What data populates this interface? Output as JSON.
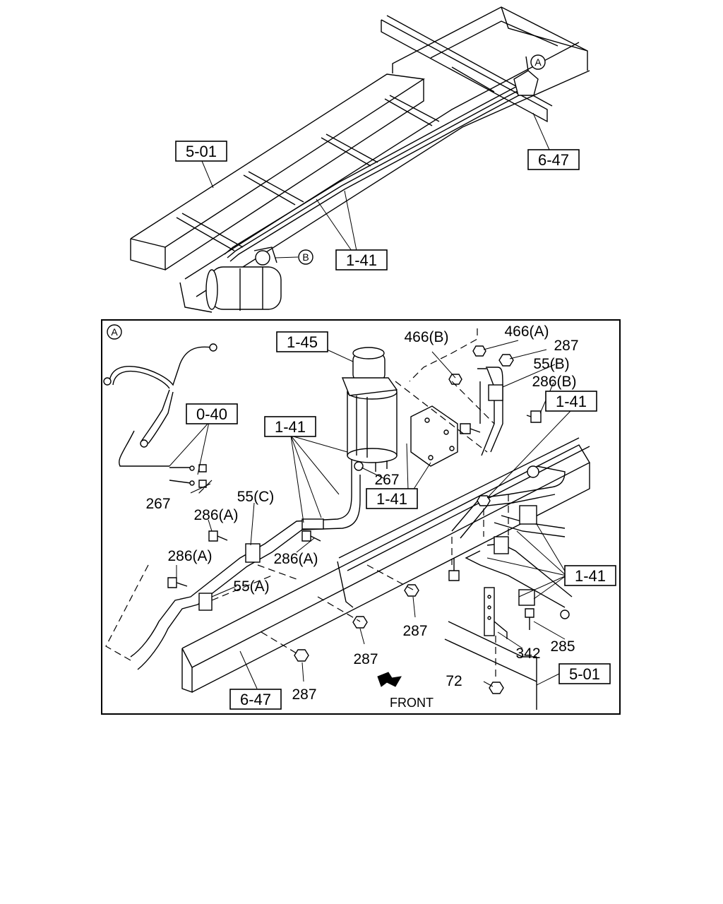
{
  "upper_view": {
    "labels": {
      "ref_5_01": "5-01",
      "ref_6_47": "6-47",
      "ref_1_41": "1-41",
      "marker_a": "A",
      "marker_b": "B"
    }
  },
  "detail_view": {
    "callout": "A",
    "boxed_refs": {
      "r1_45": "1-45",
      "r0_40": "0-40",
      "r1_41_a": "1-41",
      "r1_41_b": "1-41",
      "r1_41_c": "1-41",
      "r1_41_d": "1-41",
      "r5_01": "5-01",
      "r6_47": "6-47"
    },
    "part_numbers": {
      "p466b": "466(B)",
      "p466a": "466(A)",
      "p287_top": "287",
      "p55b": "55(B)",
      "p286b": "286(B)",
      "p267_left": "267",
      "p267_mid": "267",
      "p55c": "55(C)",
      "p286a_1": "286(A)",
      "p286a_2": "286(A)",
      "p286a_3": "286(A)",
      "p55a": "55(A)",
      "p287_a": "287",
      "p287_b": "287",
      "p287_c": "287",
      "p342": "342",
      "p285": "285",
      "p72": "72"
    },
    "direction_label": "FRONT"
  }
}
